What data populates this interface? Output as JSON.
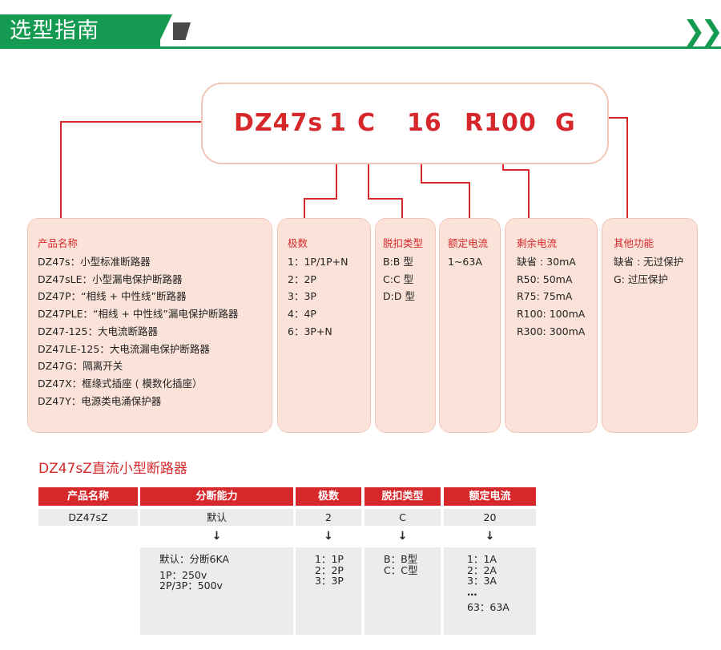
{
  "header": {
    "title": "选型指南",
    "arrows": "❯❯"
  },
  "model_code": {
    "series": "DZ47s",
    "poles": "1",
    "trip": "C",
    "current": "16",
    "residual": "R100",
    "extra": "G"
  },
  "boxes": {
    "product": {
      "title": "产品名称",
      "items": [
        "DZ47s：小型标准断路器",
        "DZ47sLE：小型漏电保护断路器",
        "DZ47P：“相线 + 中性线”断路器",
        "DZ47PLE：“相线 + 中性线”漏电保护断路器",
        "DZ47-125：大电流断路器",
        "DZ47LE-125：大电流漏电保护断路器",
        "DZ47G：隔离开关",
        "DZ47X：框缘式插座 ( 模数化插座）",
        "DZ47Y：电源类电涌保护器"
      ]
    },
    "poles": {
      "title": "极数",
      "items": [
        "1：1P/1P+N",
        "2：2P",
        "3：3P",
        "4：4P",
        "6：3P+N"
      ]
    },
    "trip": {
      "title": "脱扣类型",
      "items": [
        "B:B 型",
        "C:C 型",
        "D:D 型"
      ]
    },
    "rated": {
      "title": "额定电流",
      "items": [
        "1~63A"
      ]
    },
    "residual": {
      "title": "剩余电流",
      "items": [
        "缺省 : 30mA",
        "R50: 50mA",
        "R75: 75mA",
        "R100: 100mA",
        "R300: 300mA"
      ]
    },
    "other": {
      "title": "其他功能",
      "items": [
        "缺省 : 无过保护",
        "G: 过压保护"
      ]
    }
  },
  "dc_section": {
    "title": "DZ47sZ直流小型断路器",
    "headers": [
      "产品名称",
      "分断能力",
      "极数",
      "脱扣类型",
      "额定电流"
    ],
    "row": [
      "DZ47sZ",
      "默认",
      "2",
      "C",
      "20"
    ],
    "arrow": "↓",
    "details": {
      "breaking": [
        "默认：分断6KA",
        "1P：250v",
        "2P/3P：500v"
      ],
      "poles": [
        "1：1P",
        "2：2P",
        "3：3P"
      ],
      "trip": [
        "B：B型",
        "C：C型"
      ],
      "rated": [
        "1：1A",
        "2：2A",
        "3：3A",
        "…",
        "63：63A"
      ]
    }
  },
  "colors": {
    "accent_red": "#d6282b",
    "brand_green": "#159a52",
    "box_fill": "#fbe3d9",
    "box_border": "#f2c6b8"
  }
}
